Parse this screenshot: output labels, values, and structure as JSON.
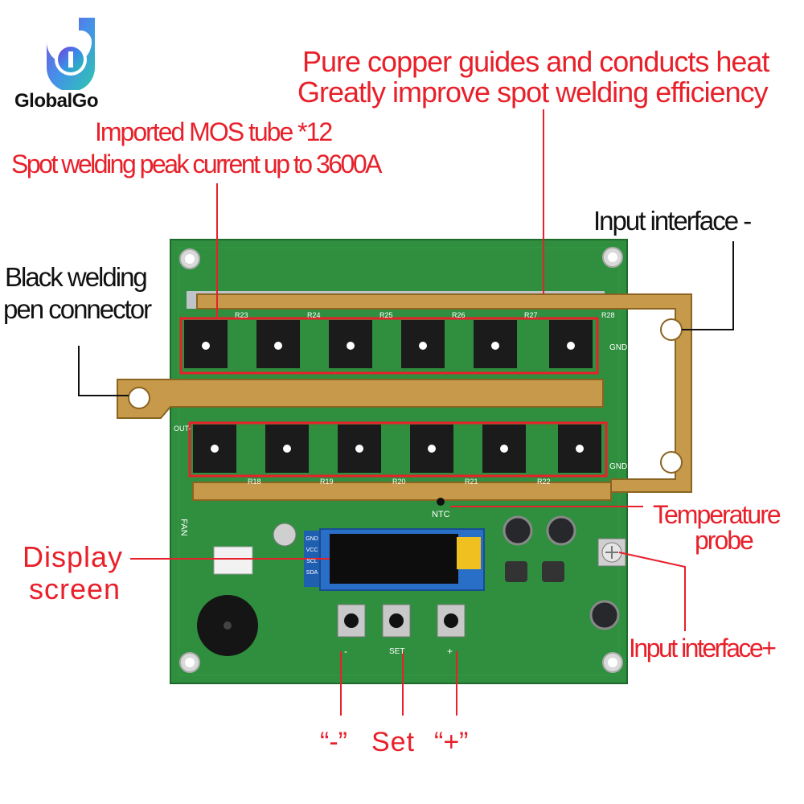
{
  "brand": {
    "name": "GlobalGo"
  },
  "callouts": {
    "copper_line1": "Pure copper guides and conducts heat",
    "copper_line2": "Greatly improve spot welding efficiency",
    "mos_line1": "Imported MOS tube *12",
    "mos_line2": "Spot welding peak current up to 3600A",
    "input_minus": "Input interface -",
    "pen_line1": "Black welding",
    "pen_line2": "pen connector",
    "temp_line1": "Temperature",
    "temp_line2": "probe",
    "display_line1": "Display",
    "display_line2": "screen",
    "input_plus": "Input interface+",
    "btn_minus": "“-”",
    "btn_set": "Set",
    "btn_plus": "“+”"
  },
  "board": {
    "mos_top_refs": [
      "R23",
      "R24",
      "R25",
      "R26",
      "R27",
      "R28"
    ],
    "mos_bottom_refs": [
      "R18",
      "R19",
      "R20",
      "R21",
      "R22"
    ],
    "silk_gnd": "GND",
    "silk_out": "OUT-",
    "silk_fan": "FAN",
    "silk_ntc": "NTC",
    "silk_set": "SET",
    "silk_minus": "-",
    "silk_plus": "+",
    "oled_pins": [
      "GND",
      "VCC",
      "SCL",
      "SDA"
    ]
  },
  "colors": {
    "callout_red": "#e8202a",
    "pcb_green": "#2f8f3e",
    "copper": "#c69a4a",
    "mos_black": "#1b1b1b"
  }
}
